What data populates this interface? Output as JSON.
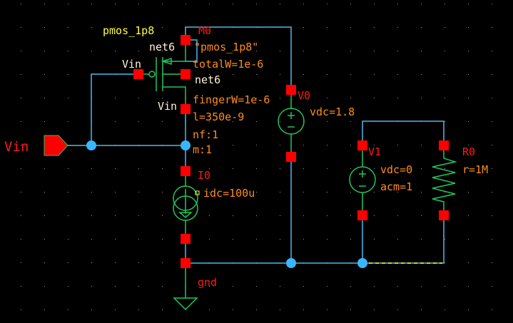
{
  "colors": {
    "background": "#000000",
    "grid_dot": "#9a9a9a",
    "wire": "#4fb8ee",
    "symbol": "#22c55e",
    "pin": "#ff0000",
    "instance_name": "#ff1a1a",
    "property": "#ff8c1a",
    "cell_name": "#ffff33",
    "net_label": "#fff3d6",
    "dot": "#3ab6ff",
    "selection_dash": "#ffff00"
  },
  "input_pin": {
    "label": "Vin"
  },
  "pmos": {
    "cell_name": "pmos_1p8",
    "instance_name": "M0",
    "model": "\"pmos_1p8\"",
    "totalW": "totalW=1e-6",
    "fingerW": "fingerW=1e-6",
    "length": "l=350e-9",
    "nf": "nf:1",
    "m": "m:1",
    "gate_net": "Vin",
    "source_net": "net6",
    "bulk_net": "net6",
    "drain_net": "Vin"
  },
  "current_source": {
    "instance_name": "I0",
    "idc": "idc=100u"
  },
  "vsource_dc": {
    "instance_name": "V0",
    "vdc": "vdc=1.8"
  },
  "vsource_ac": {
    "instance_name": "V1",
    "vdc": "vdc=0",
    "acm": "acm=1"
  },
  "resistor": {
    "instance_name": "R0",
    "r": "r=1M"
  },
  "ground": {
    "label": "gnd"
  }
}
